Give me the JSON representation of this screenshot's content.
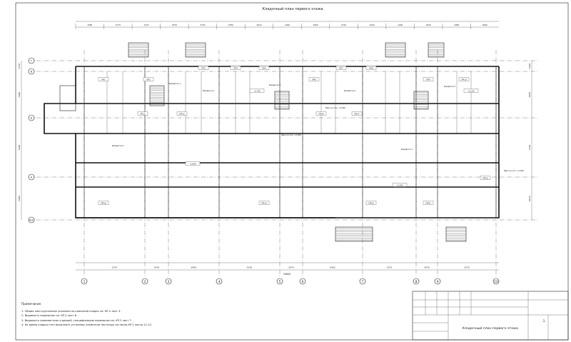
{
  "drawing": {
    "title": "Кладочный план первого этажа",
    "stamp_name": "Кладочный план первого этажа",
    "sheet_number": "1"
  },
  "axes": {
    "columns": [
      "1",
      "2",
      "3",
      "4",
      "5",
      "6",
      "7",
      "8",
      "9",
      "10"
    ],
    "rows": [
      "Г",
      "В",
      "Б",
      "А",
      "А/1"
    ]
  },
  "dimensions": {
    "overall_bottom": "50600",
    "bottom_segments": [
      "3270",
      "2970",
      "6450",
      "5150",
      "2970",
      "6450",
      "3270",
      "2970",
      "3270"
    ],
    "top_segments": [
      "1580",
      "2770",
      "7270",
      "2970",
      "3720",
      "2350",
      "2910",
      "1940",
      "1950",
      "2720",
      "1940",
      "1200",
      "1620",
      "1080",
      "1660"
    ],
    "left_segments": [
      "5770",
      "5680",
      "6180",
      "3990"
    ],
    "right_segments": [
      "5640",
      "6930",
      "5100",
      "9010"
    ]
  },
  "labels": {
    "openings": [
      "ПР1",
      "ПР2",
      "ПР3",
      "ПР4",
      "ПР5",
      "ПР6",
      "ПР7",
      "ПР8",
      "ПР9",
      "ПР10",
      "ПР11",
      "ПР12",
      "ПР16",
      "ПР17",
      "ПР18",
      "ПР19",
      "ПР20",
      "ПР21",
      "ПР22"
    ],
    "levels": [
      "-2,750",
      "-2,450",
      "-1,950",
      "-0,150"
    ],
    "razvertka": [
      "Развёртка 1",
      "Развёртка 2",
      "Развёртка 3",
      "Развёртка 4",
      "Развёртка 5",
      "Развёртка 6",
      "Развёртка 7"
    ],
    "height_note": "Верх на отм. +2,900"
  },
  "notes": {
    "header": "Примечание",
    "items": [
      "1. Общие конструктивные указания по каменной кладке см. КР-2 лист 3.",
      "2. Ведомость перемычек см. КР-2 лист 6.",
      "3. Ведомость проемов окон и дверей, спецификацию перемычек см. КР-2 лист 7.",
      "4. На время кладки стен выполнить установку элементов лестницы согласно КР-2 листы 11-12."
    ]
  }
}
